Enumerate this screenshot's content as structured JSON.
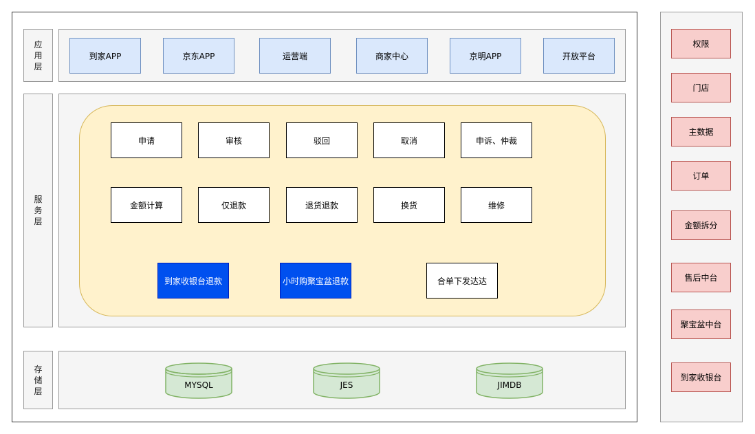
{
  "layers": {
    "app": "应用层",
    "service": "服务层",
    "storage": "存储层"
  },
  "app_items": [
    "到家APP",
    "京东APP",
    "运营端",
    "商家中心",
    "京明APP",
    "开放平台"
  ],
  "service_row1": [
    "申请",
    "审核",
    "驳回",
    "取消",
    "申诉、仲裁"
  ],
  "service_row2": [
    "金额计算",
    "仅退款",
    "退货退款",
    "换货",
    "维修"
  ],
  "service_row3": [
    "到家收银台退款",
    "小时购聚宝盆退款",
    "合单下发达达"
  ],
  "storage_items": [
    "MYSQL",
    "JES",
    "JIMDB"
  ],
  "side_items": [
    "权限",
    "门店",
    "主数据",
    "订单",
    "金额拆分",
    "售后中台",
    "聚宝盆中台",
    "到家收银台"
  ],
  "colors": {
    "app_fill": "#dae8fc",
    "app_stroke": "#6c8ebf",
    "panel_fill": "#fff2cc",
    "panel_stroke": "#d6b656",
    "blue_fill": "#0050ef",
    "side_fill": "#f8cecc",
    "side_stroke": "#b85450",
    "db_fill": "#d5e8d4",
    "db_stroke": "#82b366"
  }
}
